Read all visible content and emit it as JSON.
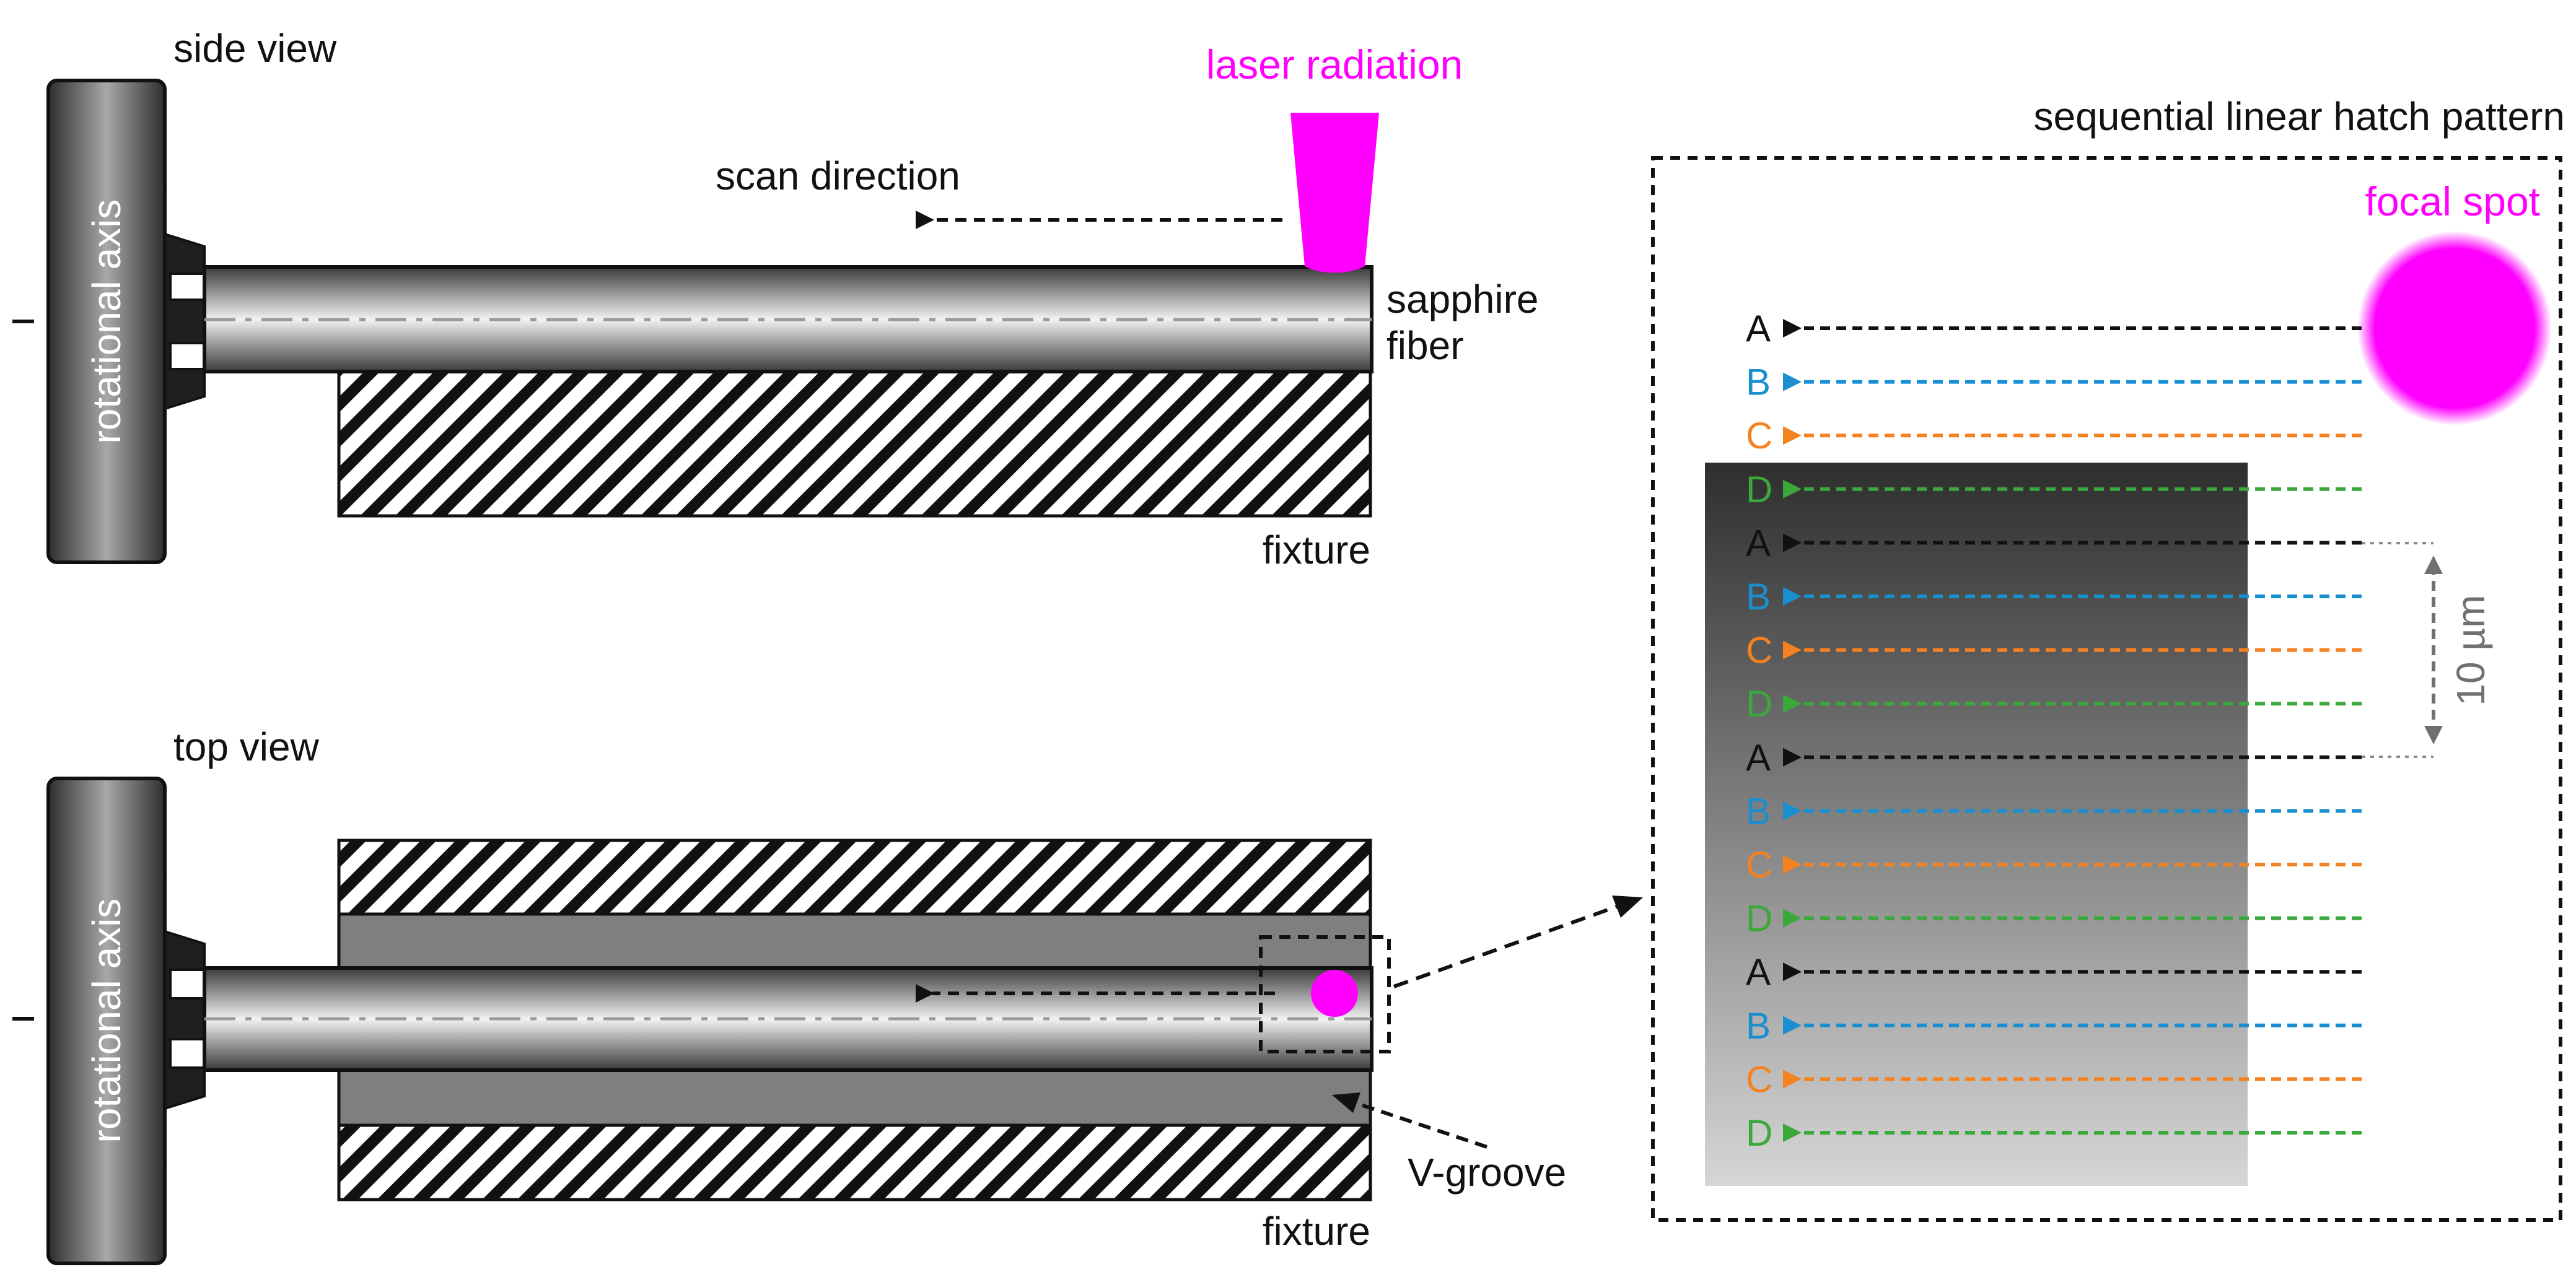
{
  "labels": {
    "side_view": "side view",
    "top_view": "top view",
    "rotational_axis": "rotational axis",
    "laser_radiation": "laser radiation",
    "scan_direction": "scan direction",
    "sapphire": "sapphire",
    "fiber": "fiber",
    "fixture_side": "fixture",
    "fixture_top": "fixture",
    "v_groove": "V-groove",
    "hatch_title": "sequential linear hatch pattern",
    "focal_spot": "focal spot",
    "spacing": "10 µm"
  },
  "hatch_rows": [
    {
      "letter": "A",
      "color": "#111111"
    },
    {
      "letter": "B",
      "color": "#1a8fd0"
    },
    {
      "letter": "C",
      "color": "#f58220"
    },
    {
      "letter": "D",
      "color": "#3aa83a"
    },
    {
      "letter": "A",
      "color": "#111111"
    },
    {
      "letter": "B",
      "color": "#1a8fd0"
    },
    {
      "letter": "C",
      "color": "#f58220"
    },
    {
      "letter": "D",
      "color": "#3aa83a"
    },
    {
      "letter": "A",
      "color": "#111111"
    },
    {
      "letter": "B",
      "color": "#1a8fd0"
    },
    {
      "letter": "C",
      "color": "#f58220"
    },
    {
      "letter": "D",
      "color": "#3aa83a"
    },
    {
      "letter": "A",
      "color": "#111111"
    },
    {
      "letter": "B",
      "color": "#1a8fd0"
    },
    {
      "letter": "C",
      "color": "#f58220"
    },
    {
      "letter": "D",
      "color": "#3aa83a"
    }
  ],
  "colors": {
    "laser": "#ff00ff",
    "row_A": "#111111",
    "row_B": "#1a8fd0",
    "row_C": "#f58220",
    "row_D": "#3aa83a"
  }
}
